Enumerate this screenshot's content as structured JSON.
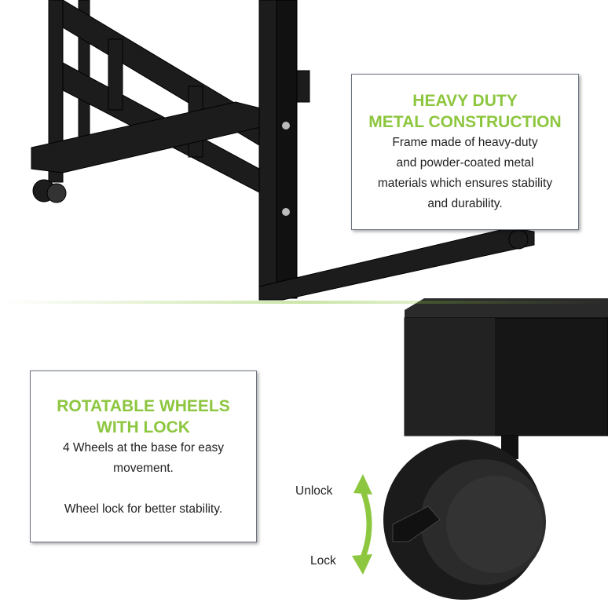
{
  "colors": {
    "accent": "#8dc63f",
    "frame": "#1a1a1a"
  },
  "features": [
    {
      "title_lines": [
        "HEAVY DUTY",
        "METAL CONSTRUCTION"
      ],
      "description_lines": [
        "Frame made of heavy-duty",
        "and powder-coated metal",
        "materials which ensures stability",
        "and durability."
      ]
    },
    {
      "title_lines": [
        "ROTATABLE WHEELS",
        "WITH LOCK"
      ],
      "description_lines": [
        "4 Wheels at the base for easy",
        "movement.",
        "Wheel lock for better stability."
      ]
    }
  ],
  "wheel_labels": {
    "unlock": "Unlock",
    "lock": "Lock"
  },
  "icons": {
    "arrow": "double-headed-curved-arrow-icon"
  }
}
